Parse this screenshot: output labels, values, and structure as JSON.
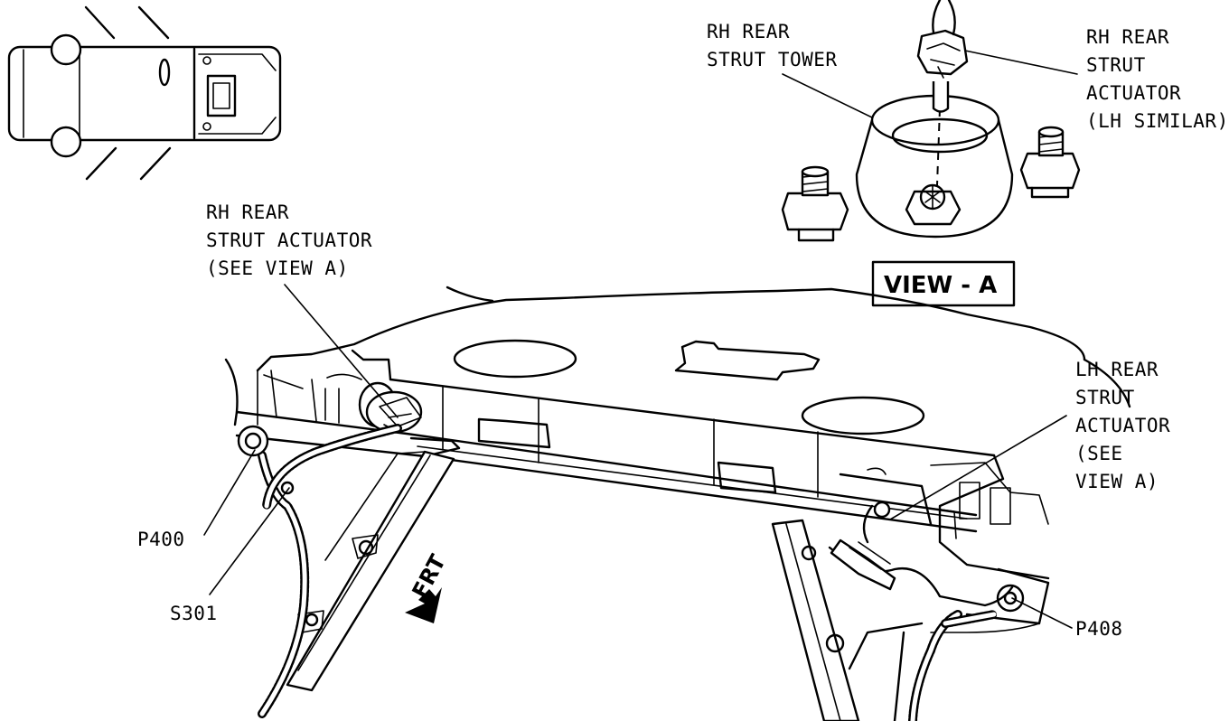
{
  "labels": {
    "rh_strut_tower": [
      "RH REAR",
      "STRUT TOWER"
    ],
    "rh_strut_actuator_view": [
      "RH REAR",
      "STRUT",
      "ACTUATOR",
      "(LH SIMILAR)"
    ],
    "view_a": "VIEW - A",
    "rh_strut_actuator_main": [
      "RH REAR",
      "STRUT ACTUATOR",
      "(SEE VIEW A)"
    ],
    "lh_strut_actuator": [
      "LH REAR",
      "STRUT",
      "ACTUATOR",
      "(SEE",
      "VIEW A)"
    ],
    "p400": "P400",
    "s301": "S301",
    "frt": "FRT",
    "p408": "P408"
  },
  "icons": {
    "vehicle_locator": "vehicle-top-view-icon",
    "front_direction": "front-arrow-icon"
  },
  "colors": {
    "ink": "#000000",
    "paper": "#ffffff"
  }
}
